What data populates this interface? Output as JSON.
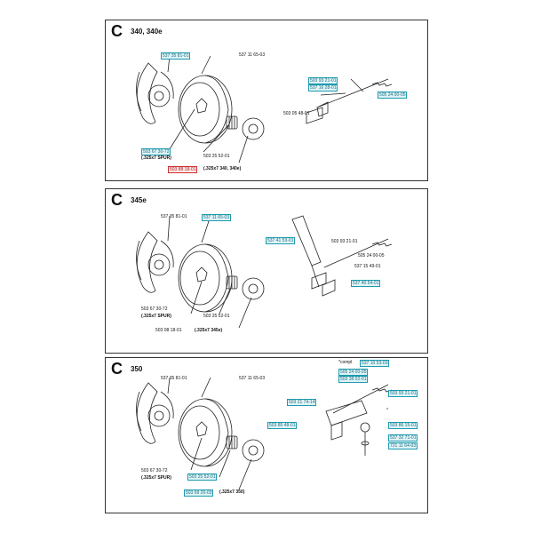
{
  "sections": [
    {
      "letter": "C",
      "title": "340, 340e",
      "labels": {
        "l1": "537 35 81-01",
        "l2": "537 11 65-03",
        "l3": "503 93 21-01",
        "l4": "537 16 28-01",
        "l5": "505 24 00-05",
        "l6": "503 05 48-01",
        "l7": "503 67 30-72",
        "l8": "(.325x7 SPUR)",
        "l9": "503 25 52-01",
        "l10": "503 88 18-01",
        "l11": "(.325x7 340, 340e)"
      }
    },
    {
      "letter": "C",
      "title": "345e",
      "labels": {
        "l1": "537 35 81-01",
        "l2": "537 11 65-03",
        "l3": "537 41 53-01",
        "l4": "503 93 21-01",
        "l5": "505 24 00-05",
        "l6": "537 15 49-01",
        "l7": "537 40 54-01",
        "l8": "503 67 30-72",
        "l9": "(.325x7 SPUR)",
        "l10": "503 25 52-01",
        "l11": "503 08 18-01",
        "l12": "(.325x7 345e)"
      }
    },
    {
      "letter": "C",
      "title": "350",
      "labels": {
        "l1": "*compl",
        "l2": "537 10 53-03",
        "l3": "537 35 81-01",
        "l4": "537 11 65-03",
        "l5": "505 24 00-05",
        "l6": "503 38 02-01",
        "l7": "503 93 21-01",
        "l8": "503 21 74-14",
        "l9": "*",
        "l10": "503 85 48-01",
        "l11": "503 86 15-01",
        "l12": "537 32 71-01",
        "l13": "721 11 64-03",
        "l14": "503 67 30-72",
        "l15": "(.325x7 SPUR)",
        "l16": "503 25 52-01",
        "l17": "503 69 20-03",
        "l18": "(.325x7 350)"
      }
    }
  ]
}
